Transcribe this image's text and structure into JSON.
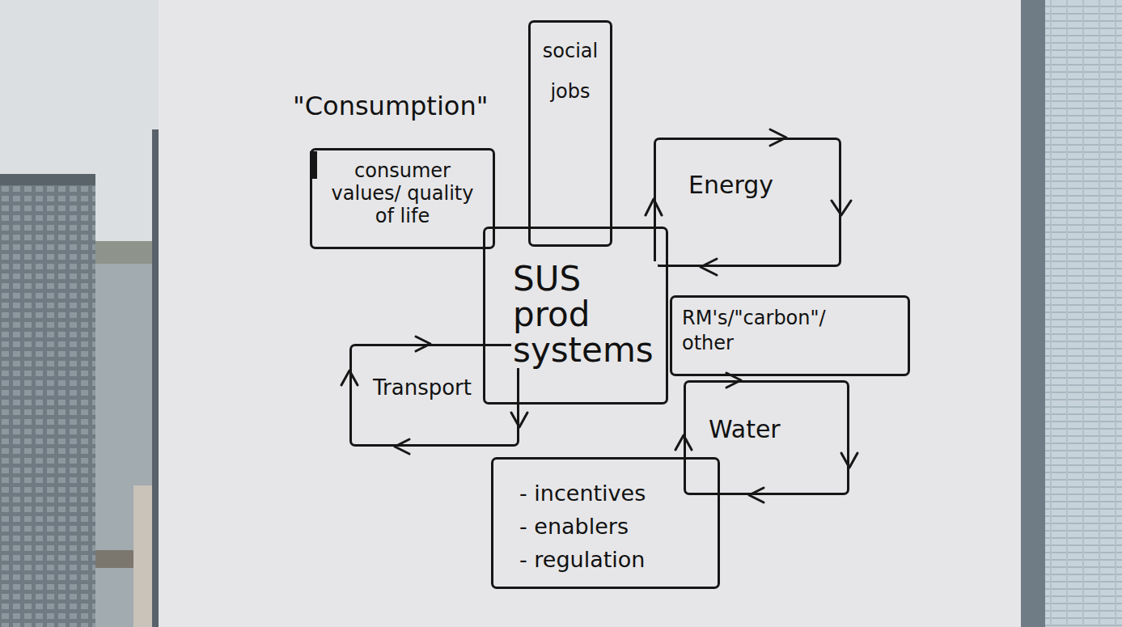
{
  "diagram": {
    "nodes": [
      {
        "text": [
          "\"Consumption\"",
          "consumer values/ quality of life"
        ]
      },
      {
        "text": [
          "social jobs"
        ]
      },
      {
        "text": [
          "Energy"
        ]
      },
      {
        "text": [
          "SUS prod systems"
        ]
      },
      {
        "text": [
          "RM's/\"carbon\"/ other"
        ]
      },
      {
        "text": [
          "Transport"
        ]
      },
      {
        "text": [
          "Water"
        ]
      },
      {
        "text": [
          "- incentives",
          "- enablers",
          "- regulation"
        ]
      }
    ]
  }
}
